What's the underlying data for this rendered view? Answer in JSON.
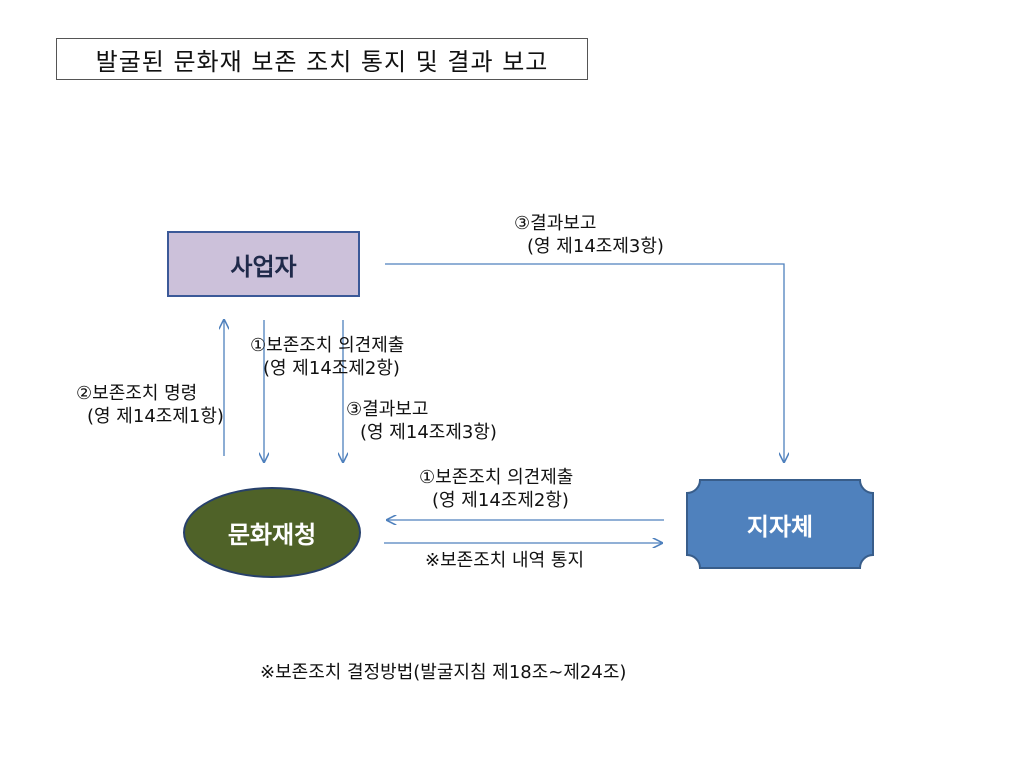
{
  "title": "발굴된 문화재 보존 조치 통지 및 결과 보고",
  "nodes": {
    "business": "사업자",
    "agency": "문화재청",
    "local_gov": "지자체"
  },
  "edge_labels": {
    "result_report_to_local": {
      "line1": "③결과보고",
      "line2": "(영 제14조제3항)"
    },
    "opinion_submit_from_business": {
      "line1": "①보존조치 의견제출",
      "line2": "(영 제14조제2항)"
    },
    "preservation_order": {
      "line1": "②보존조치 명령",
      "line2": "(영 제14조제1항)"
    },
    "result_report_to_agency": {
      "line1": "③결과보고",
      "line2": "(영 제14조제3항)"
    },
    "opinion_submit_from_local": {
      "line1": "①보존조치 의견제출",
      "line2": "(영 제14조제2항)"
    },
    "preservation_notice": {
      "line1": "※보존조치 내역 통지"
    }
  },
  "footnote": "※보존조치 결정방법(발굴지침 제18조~제24조)",
  "colors": {
    "business_fill": "#ccc1da",
    "agency_fill": "#4f6228",
    "local_gov_fill": "#4f81bd",
    "arrow": "#4f81bd"
  }
}
